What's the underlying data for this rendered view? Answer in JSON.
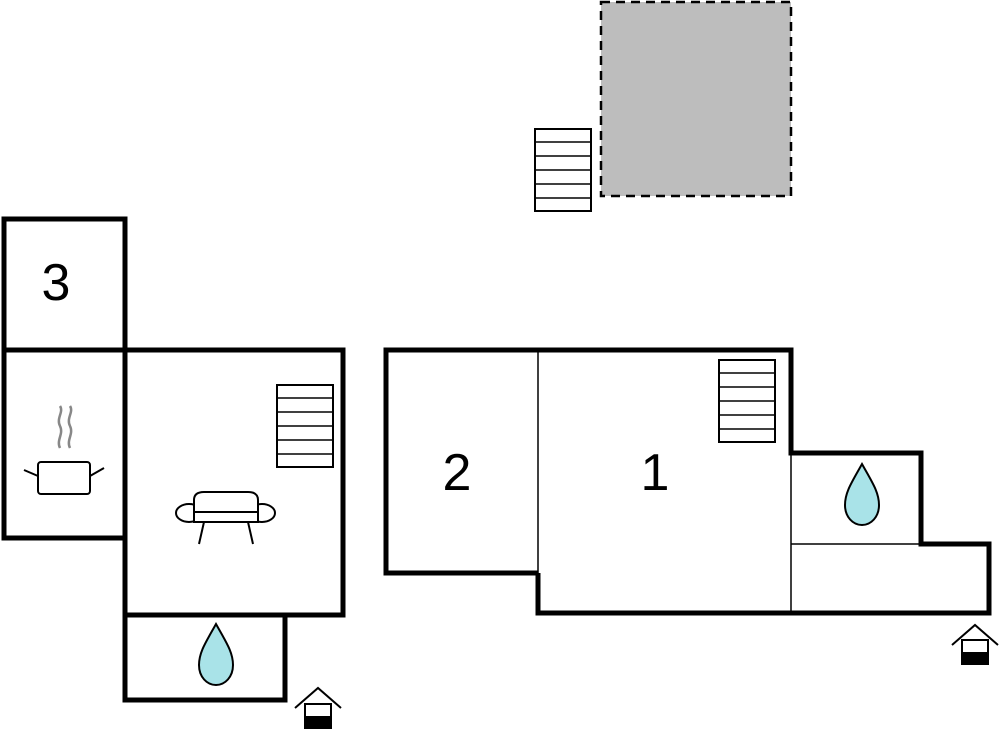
{
  "rooms": [
    {
      "id": "room-3",
      "label": "3"
    },
    {
      "id": "room-2",
      "label": "2"
    },
    {
      "id": "room-1",
      "label": "1"
    }
  ],
  "icons": [
    "stairs-icon",
    "cooking-pot-icon",
    "sofa-icon",
    "water-drop-icon",
    "entrance-icon"
  ],
  "colors": {
    "wall": "#000000",
    "terrace": "#bdbdbd",
    "water": "#a9e3e8",
    "background": "#ffffff"
  }
}
